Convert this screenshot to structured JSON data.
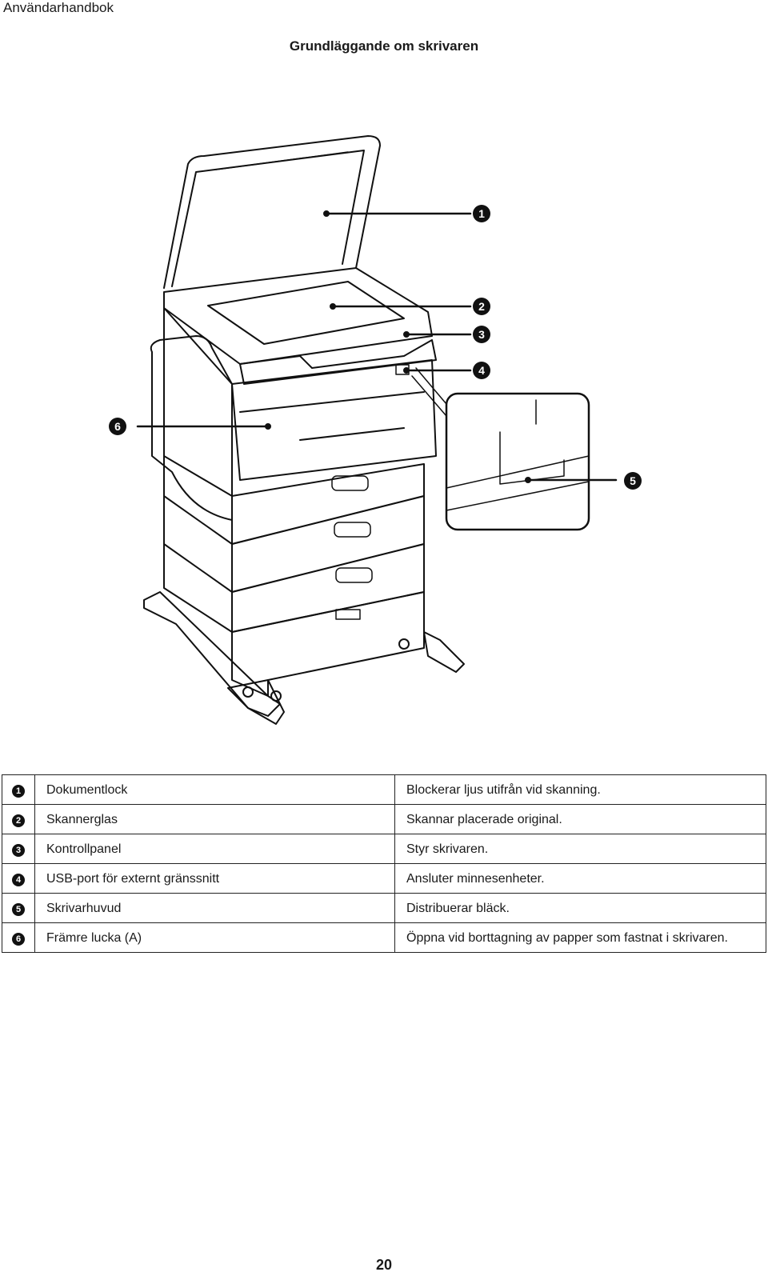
{
  "header": {
    "text": "Användarhandbok"
  },
  "title": "Grundläggande om skrivaren",
  "callouts": [
    "1",
    "2",
    "3",
    "4",
    "5",
    "6"
  ],
  "parts": [
    {
      "num": "1",
      "name": "Dokumentlock",
      "desc": "Blockerar ljus utifrån vid skanning."
    },
    {
      "num": "2",
      "name": "Skannerglas",
      "desc": "Skannar placerade original."
    },
    {
      "num": "3",
      "name": "Kontrollpanel",
      "desc": "Styr skrivaren."
    },
    {
      "num": "4",
      "name": "USB-port för externt gränssnitt",
      "desc": "Ansluter minnesenheter."
    },
    {
      "num": "5",
      "name": "Skrivarhuvud",
      "desc": "Distribuerar bläck."
    },
    {
      "num": "6",
      "name": "Främre lucka (A)",
      "desc": "Öppna vid borttagning av papper som fastnat i skrivaren."
    }
  ],
  "page_number": "20"
}
